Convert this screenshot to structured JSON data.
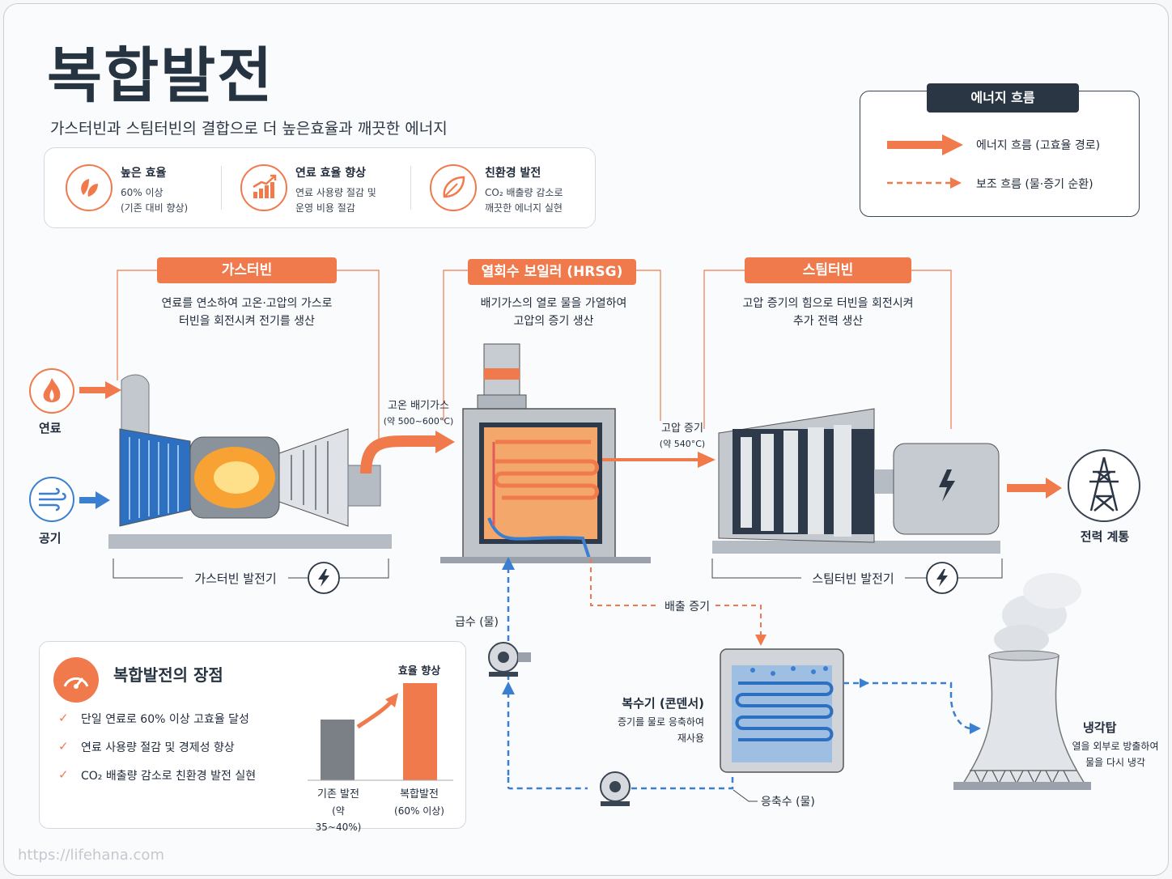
{
  "title": "복합발전",
  "subtitle": "가스터빈과 스팀터빈의 결합으로 더 높은효율과 깨끗한 에너지",
  "features": [
    {
      "icon": "leaf-drop-icon",
      "title": "높은 효율",
      "line1": "60% 이상",
      "line2": "(기존 대비 향상)"
    },
    {
      "icon": "chart-up-icon",
      "title": "연료 효율 향상",
      "line1": "연료 사용량 절감 및",
      "line2": "운영 비용 절감"
    },
    {
      "icon": "leaf-icon",
      "title": "친환경 발전",
      "line1": "CO₂ 배출량 감소로",
      "line2": "깨끗한 에너지 실현"
    }
  ],
  "legend": {
    "title": "에너지 흐름",
    "main": "에너지 흐름 (고효율 경로)",
    "aux": "보조 흐름 (물·증기 순환)"
  },
  "sections": {
    "gas": {
      "tag": "가스터빈",
      "line1": "연료를 연소하여 고온·고압의 가스로",
      "line2": "터빈을 회전시켜 전기를 생산"
    },
    "hrsg": {
      "tag": "열회수 보일러 (HRSG)",
      "line1": "배기가스의 열로 물을 가열하여",
      "line2": "고압의 증기 생산"
    },
    "steam": {
      "tag": "스팀터빈",
      "line1": "고압 증기의 힘으로 터빈을 회전시켜",
      "line2": "추가 전력 생산"
    }
  },
  "labels": {
    "fuel": "연료",
    "air": "공기",
    "exhaust1": "고온 배기가스",
    "exhaust2": "(약 500~600°C)",
    "steam1": "고압 증기",
    "steam2": "(약 540°C)",
    "gas_gen": "가스터빈 발전기",
    "steam_gen": "스팀터빈 발전기",
    "grid": "전력 계통",
    "feedwater": "급수 (물)",
    "exhaust_steam": "배출 증기",
    "condenser": "복수기 (콘덴서)",
    "condenser_d1": "증기를 물로 응축하여",
    "condenser_d2": "재사용",
    "condensate": "응축수 (물)",
    "tower": "냉각탑",
    "tower_d1": "열을 외부로 방출하여",
    "tower_d2": "물을 다시 냉각"
  },
  "advantages": {
    "title": "복합발전의 장점",
    "items": [
      "단일 연료로 60% 이상 고효율 달성",
      "연료 사용량 절감 및 경제성 향상",
      "CO₂ 배출량 감소로 친환경 발전 실현"
    ],
    "chart_title": "효율 향상",
    "bars": [
      {
        "label": "기존 발전",
        "sub": "(약 35~40%)",
        "value": 37.5,
        "color": "#7b7f86"
      },
      {
        "label": "복합발전",
        "sub": "(60% 이상)",
        "value": 60,
        "color": "#f07a4c"
      }
    ]
  },
  "watermark": "https://lifehana.com",
  "colors": {
    "accent": "#f07a4c",
    "blue": "#3b7fd1",
    "dark": "#2a3644"
  }
}
